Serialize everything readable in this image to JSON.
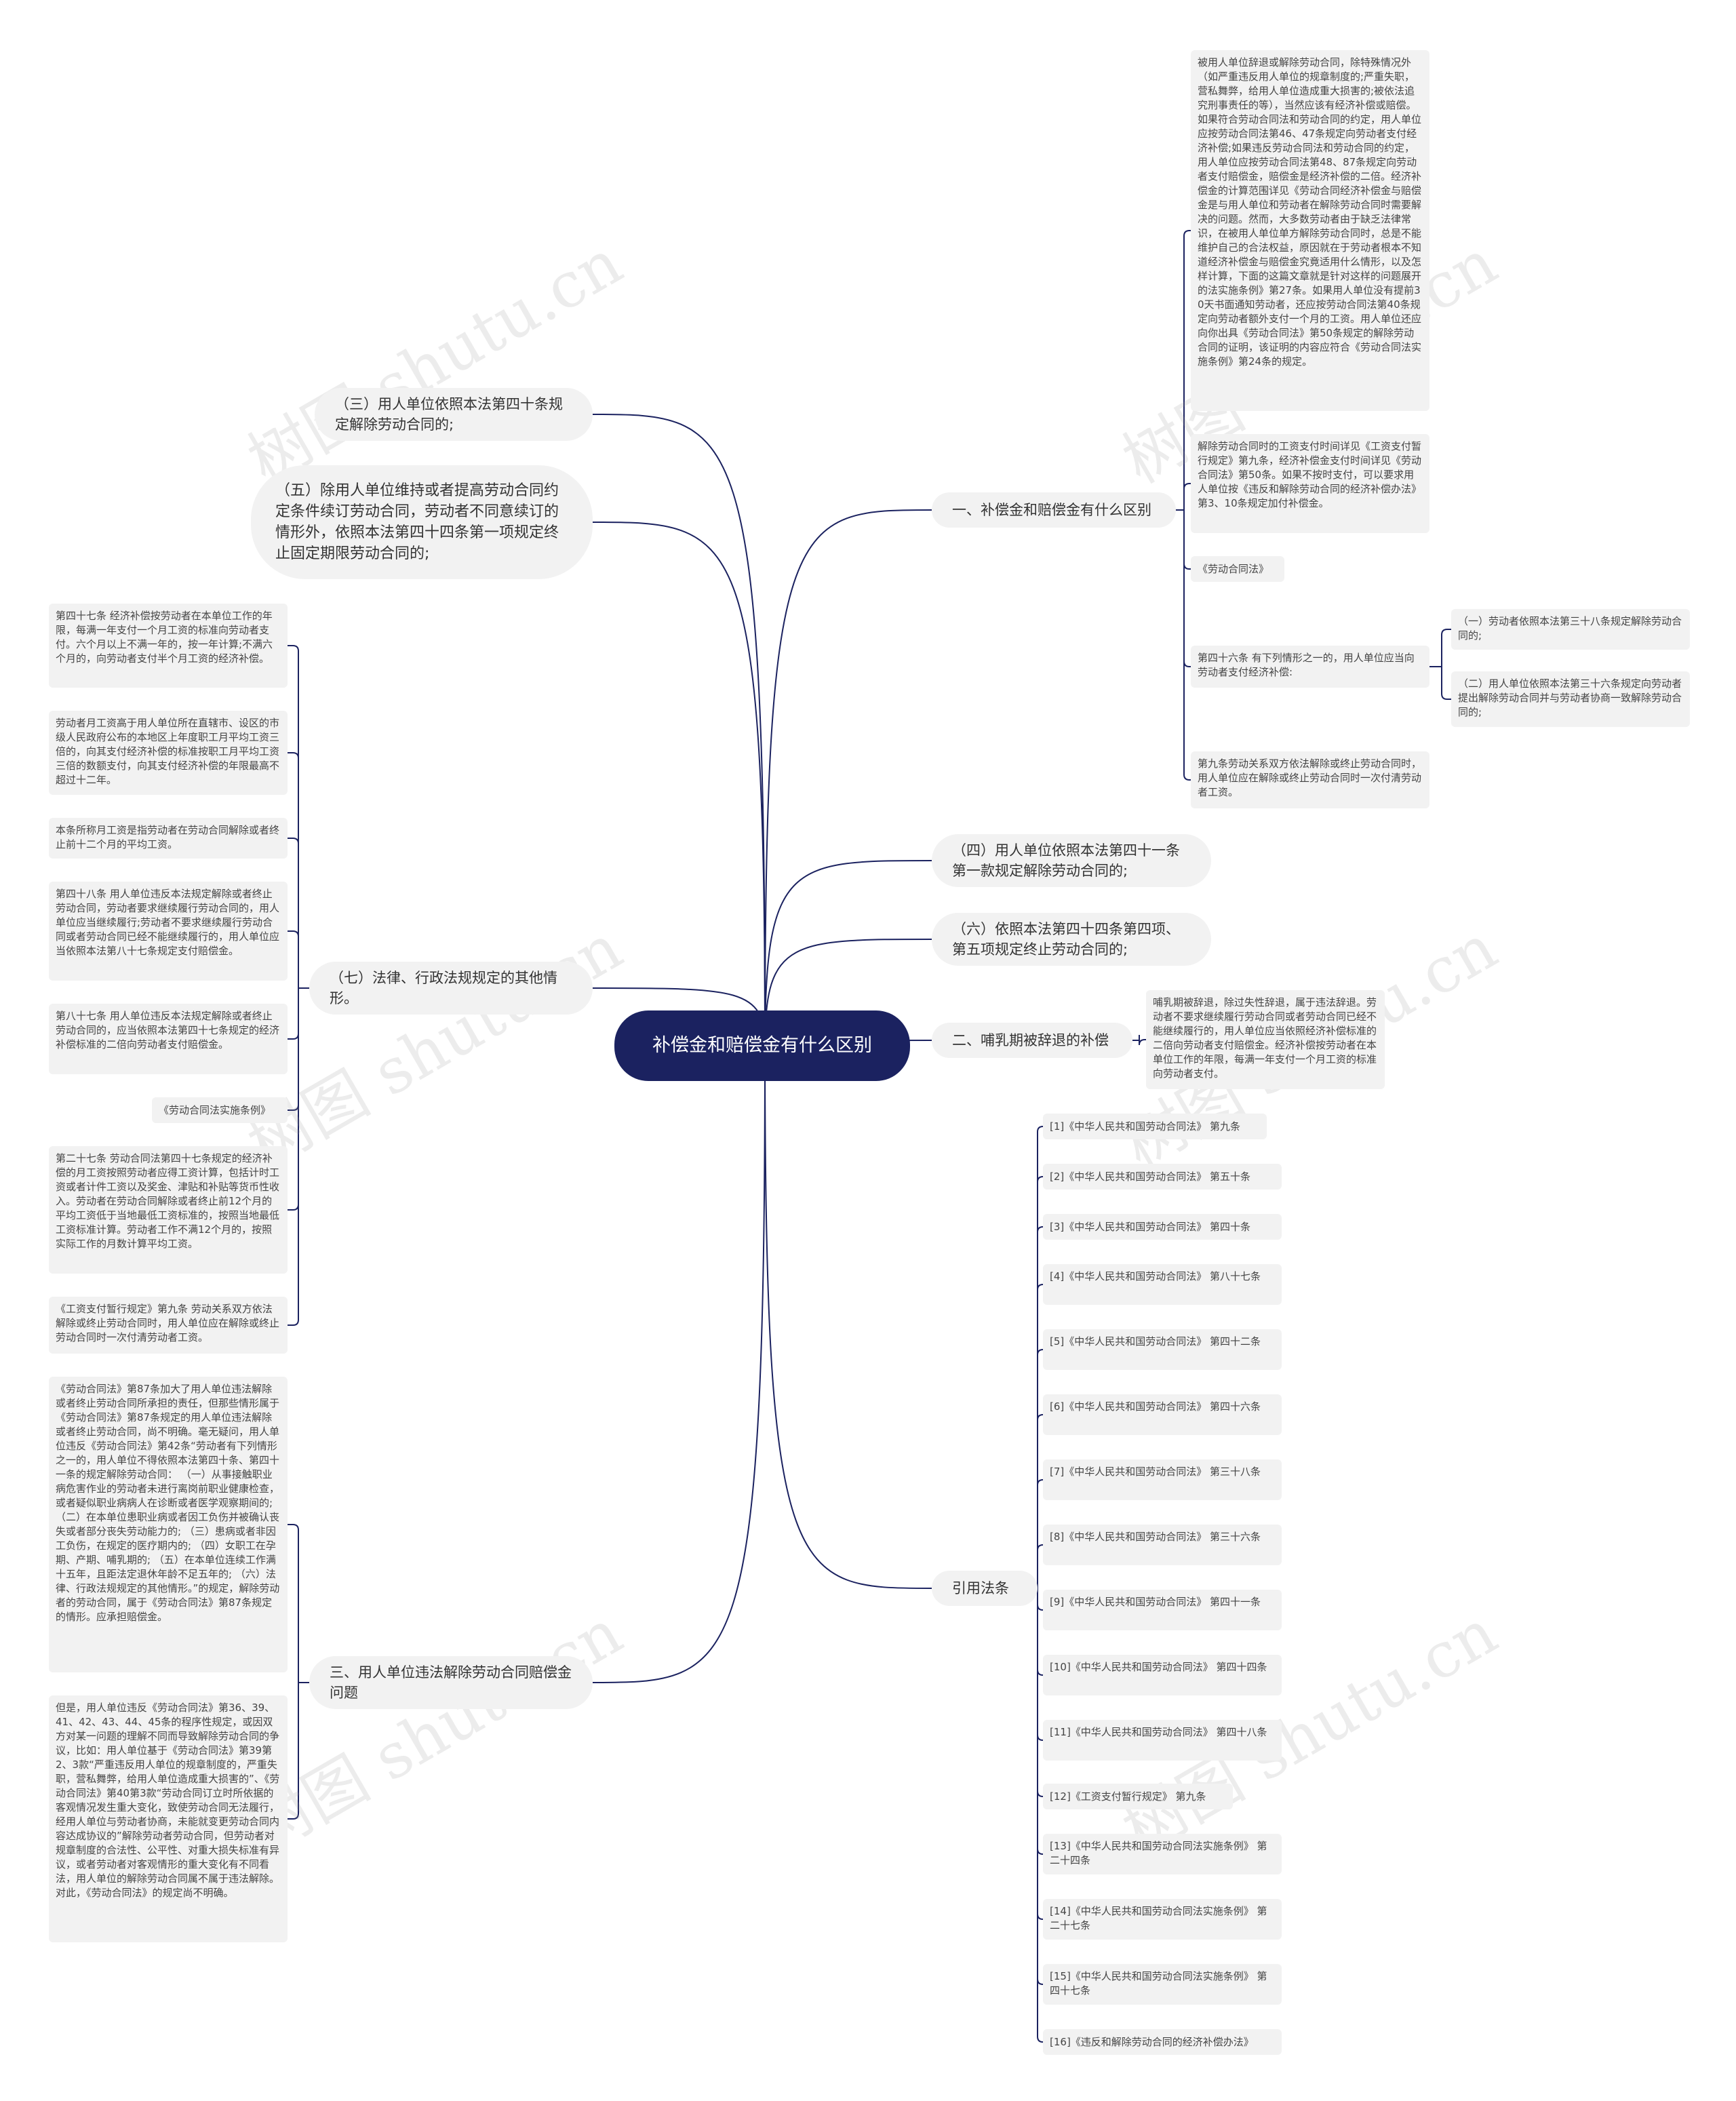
{
  "root": {
    "title": "补偿金和赔偿金有什么区别"
  },
  "watermark": "树图 shutu.cn",
  "colors": {
    "root_bg": "#1b2260",
    "line": "#1b2260",
    "node_bg": "#f2f2f2"
  },
  "left_branches": {
    "b3": {
      "label": "（三）用人单位依照本法第四十条规定解除劳动合同的;"
    },
    "b5": {
      "label": "（五）除用人单位维持或者提高劳动合同约定条件续订劳动合同，劳动者不同意续订的情形外，依照本法第四十四条第一项规定终止固定期限劳动合同的;"
    },
    "b7": {
      "label": "（七）法律、行政法规规定的其他情形。",
      "leaves": [
        "第四十七条 经济补偿按劳动者在本单位工作的年限，每满一年支付一个月工资的标准向劳动者支付。六个月以上不满一年的，按一年计算;不满六个月的，向劳动者支付半个月工资的经济补偿。",
        "劳动者月工资高于用人单位所在直辖市、设区的市级人民政府公布的本地区上年度职工月平均工资三倍的，向其支付经济补偿的标准按职工月平均工资三倍的数额支付，向其支付经济补偿的年限最高不超过十二年。",
        "本条所称月工资是指劳动者在劳动合同解除或者终止前十二个月的平均工资。",
        "第四十八条 用人单位违反本法规定解除或者终止劳动合同，劳动者要求继续履行劳动合同的，用人单位应当继续履行;劳动者不要求继续履行劳动合同或者劳动合同已经不能继续履行的，用人单位应当依照本法第八十七条规定支付赔偿金。",
        "第八十七条 用人单位违反本法规定解除或者终止劳动合同的，应当依照本法第四十七条规定的经济补偿标准的二倍向劳动者支付赔偿金。",
        "《劳动合同法实施条例》",
        "第二十七条 劳动合同法第四十七条规定的经济补偿的月工资按照劳动者应得工资计算，包括计时工资或者计件工资以及奖金、津贴和补贴等货币性收入。劳动者在劳动合同解除或者终止前12个月的平均工资低于当地最低工资标准的，按照当地最低工资标准计算。劳动者工作不满12个月的，按照实际工作的月数计算平均工资。",
        "《工资支付暂行规定》第九条 劳动关系双方依法解除或终止劳动合同时，用人单位应在解除或终止劳动合同时一次付清劳动者工资。"
      ]
    },
    "s3": {
      "label": "三、用人单位违法解除劳动合同赔偿金问题",
      "leaves": [
        "《劳动合同法》第87条加大了用人单位违法解除或者终止劳动合同所承担的责任，但那些情形属于《劳动合同法》第87条规定的用人单位违法解除或者终止劳动合同，尚不明确。毫无疑问，用人单位违反《劳动合同法》第42条“劳动者有下列情形之一的，用人单位不得依照本法第四十条、第四十一条的规定解除劳动合同： （一）从事接触职业病危害作业的劳动者未进行离岗前职业健康检查，或者疑似职业病病人在诊断或者医学观察期间的;（二）在本单位患职业病或者因工负伤并被确认丧失或者部分丧失劳动能力的; （三）患病或者非因工负伤，在规定的医疗期内的; （四）女职工在孕期、产期、哺乳期的; （五）在本单位连续工作满十五年，且距法定退休年龄不足五年的; （六）法律、行政法规规定的其他情形。”的规定，解除劳动者的劳动合同，属于《劳动合同法》第87条规定的情形。应承担赔偿金。",
        "但是，用人单位违反《劳动合同法》第36、39、41、42、43、44、45条的程序性规定，或因双方对某一问题的理解不同而导致解除劳动合同的争议，比如：用人单位基于《劳动合同法》第39第2、3款“严重违反用人单位的规章制度的，严重失职，营私舞弊，给用人单位造成重大损害的”、《劳动合同法》第40第3款“劳动合同订立时所依据的客观情况发生重大变化，致使劳动合同无法履行，经用人单位与劳动者协商，未能就变更劳动合同内容达成协议的”解除劳动者劳动合同，但劳动者对规章制度的合法性、公平性、对重大损失标准有异议，或者劳动者对客观情形的重大变化有不同看法，用人单位的解除劳动合同属不属于违法解除。对此，《劳动合同法》的规定尚不明确。"
      ]
    }
  },
  "right_branches": {
    "s1": {
      "label": "一、补偿金和赔偿金有什么区别",
      "leaves": [
        "被用人单位辞退或解除劳动合同，除特殊情况外（如严重违反用人单位的规章制度的;严重失职，营私舞弊，给用人单位造成重大损害的;被依法追究刑事责任的等），当然应该有经济补偿或赔偿。如果符合劳动合同法和劳动合同的约定，用人单位应按劳动合同法第46、47条规定向劳动者支付经济补偿;如果违反劳动合同法和劳动合同的约定，用人单位应按劳动合同法第48、87条规定向劳动者支付赔偿金，赔偿金是经济补偿的二倍。经济补偿金的计算范围详见《劳动合同经济补偿金与赔偿金是与用人单位和劳动者在解除劳动合同时需要解决的问题。然而，大多数劳动者由于缺乏法律常识，在被用人单位单方解除劳动合同时，总是不能维护自己的合法权益，原因就在于劳动者根本不知道经济补偿金与赔偿金究竟适用什么情形，以及怎样计算，下面的这篇文章就是针对这样的问题展开的法实施条例》第27条。如果用人单位没有提前30天书面通知劳动者，还应按劳动合同法第40条规定向劳动者额外支付一个月的工资。用人单位还应向你出具《劳动合同法》第50条规定的解除劳动合同的证明，该证明的内容应符合《劳动合同法实施条例》第24条的规定。",
        "解除劳动合同时的工资支付时间详见《工资支付暂行规定》第九条，经济补偿金支付时间详见《劳动合同法》第50条。如果不按时支付，可以要求用人单位按《违反和解除劳动合同的经济补偿办法》第3、10条规定加付补偿金。",
        "《劳动合同法》",
        "第四十六条 有下列情形之一的，用人单位应当向劳动者支付经济补偿:",
        "第九条劳动关系双方依法解除或终止劳动合同时，用人单位应在解除或终止劳动合同时一次付清劳动者工资。"
      ],
      "sub": [
        "（一）劳动者依照本法第三十八条规定解除劳动合同的;",
        "（二）用人单位依照本法第三十六条规定向劳动者提出解除劳动合同并与劳动者协商一致解除劳动合同的;"
      ]
    },
    "b4": {
      "label": "（四）用人单位依照本法第四十一条第一款规定解除劳动合同的;"
    },
    "b6": {
      "label": "（六）依照本法第四十四条第四项、第五项规定终止劳动合同的;"
    },
    "s2": {
      "label": "二、哺乳期被辞退的补偿",
      "leaves": [
        "哺乳期被辞退，除过失性辞退，属于违法辞退。劳动者不要求继续履行劳动合同或者劳动合同已经不能继续履行的，用人单位应当依照经济补偿标准的二倍向劳动者支付赔偿金。经济补偿按劳动者在本单位工作的年限，每满一年支付一个月工资的标准向劳动者支付。"
      ]
    },
    "refs": {
      "label": "引用法条",
      "leaves": [
        "[1]《中华人民共和国劳动合同法》 第九条",
        "[2]《中华人民共和国劳动合同法》 第五十条",
        "[3]《中华人民共和国劳动合同法》 第四十条",
        "[4]《中华人民共和国劳动合同法》 第八十七条",
        "[5]《中华人民共和国劳动合同法》 第四十二条",
        "[6]《中华人民共和国劳动合同法》 第四十六条",
        "[7]《中华人民共和国劳动合同法》 第三十八条",
        "[8]《中华人民共和国劳动合同法》 第三十六条",
        "[9]《中华人民共和国劳动合同法》 第四十一条",
        "[10]《中华人民共和国劳动合同法》 第四十四条",
        "[11]《中华人民共和国劳动合同法》 第四十八条",
        "[12]《工资支付暂行规定》 第九条",
        "[13]《中华人民共和国劳动合同法实施条例》 第二十四条",
        "[14]《中华人民共和国劳动合同法实施条例》 第二十七条",
        "[15]《中华人民共和国劳动合同法实施条例》 第四十七条",
        "[16]《违反和解除劳动合同的经济补偿办法》"
      ]
    }
  }
}
